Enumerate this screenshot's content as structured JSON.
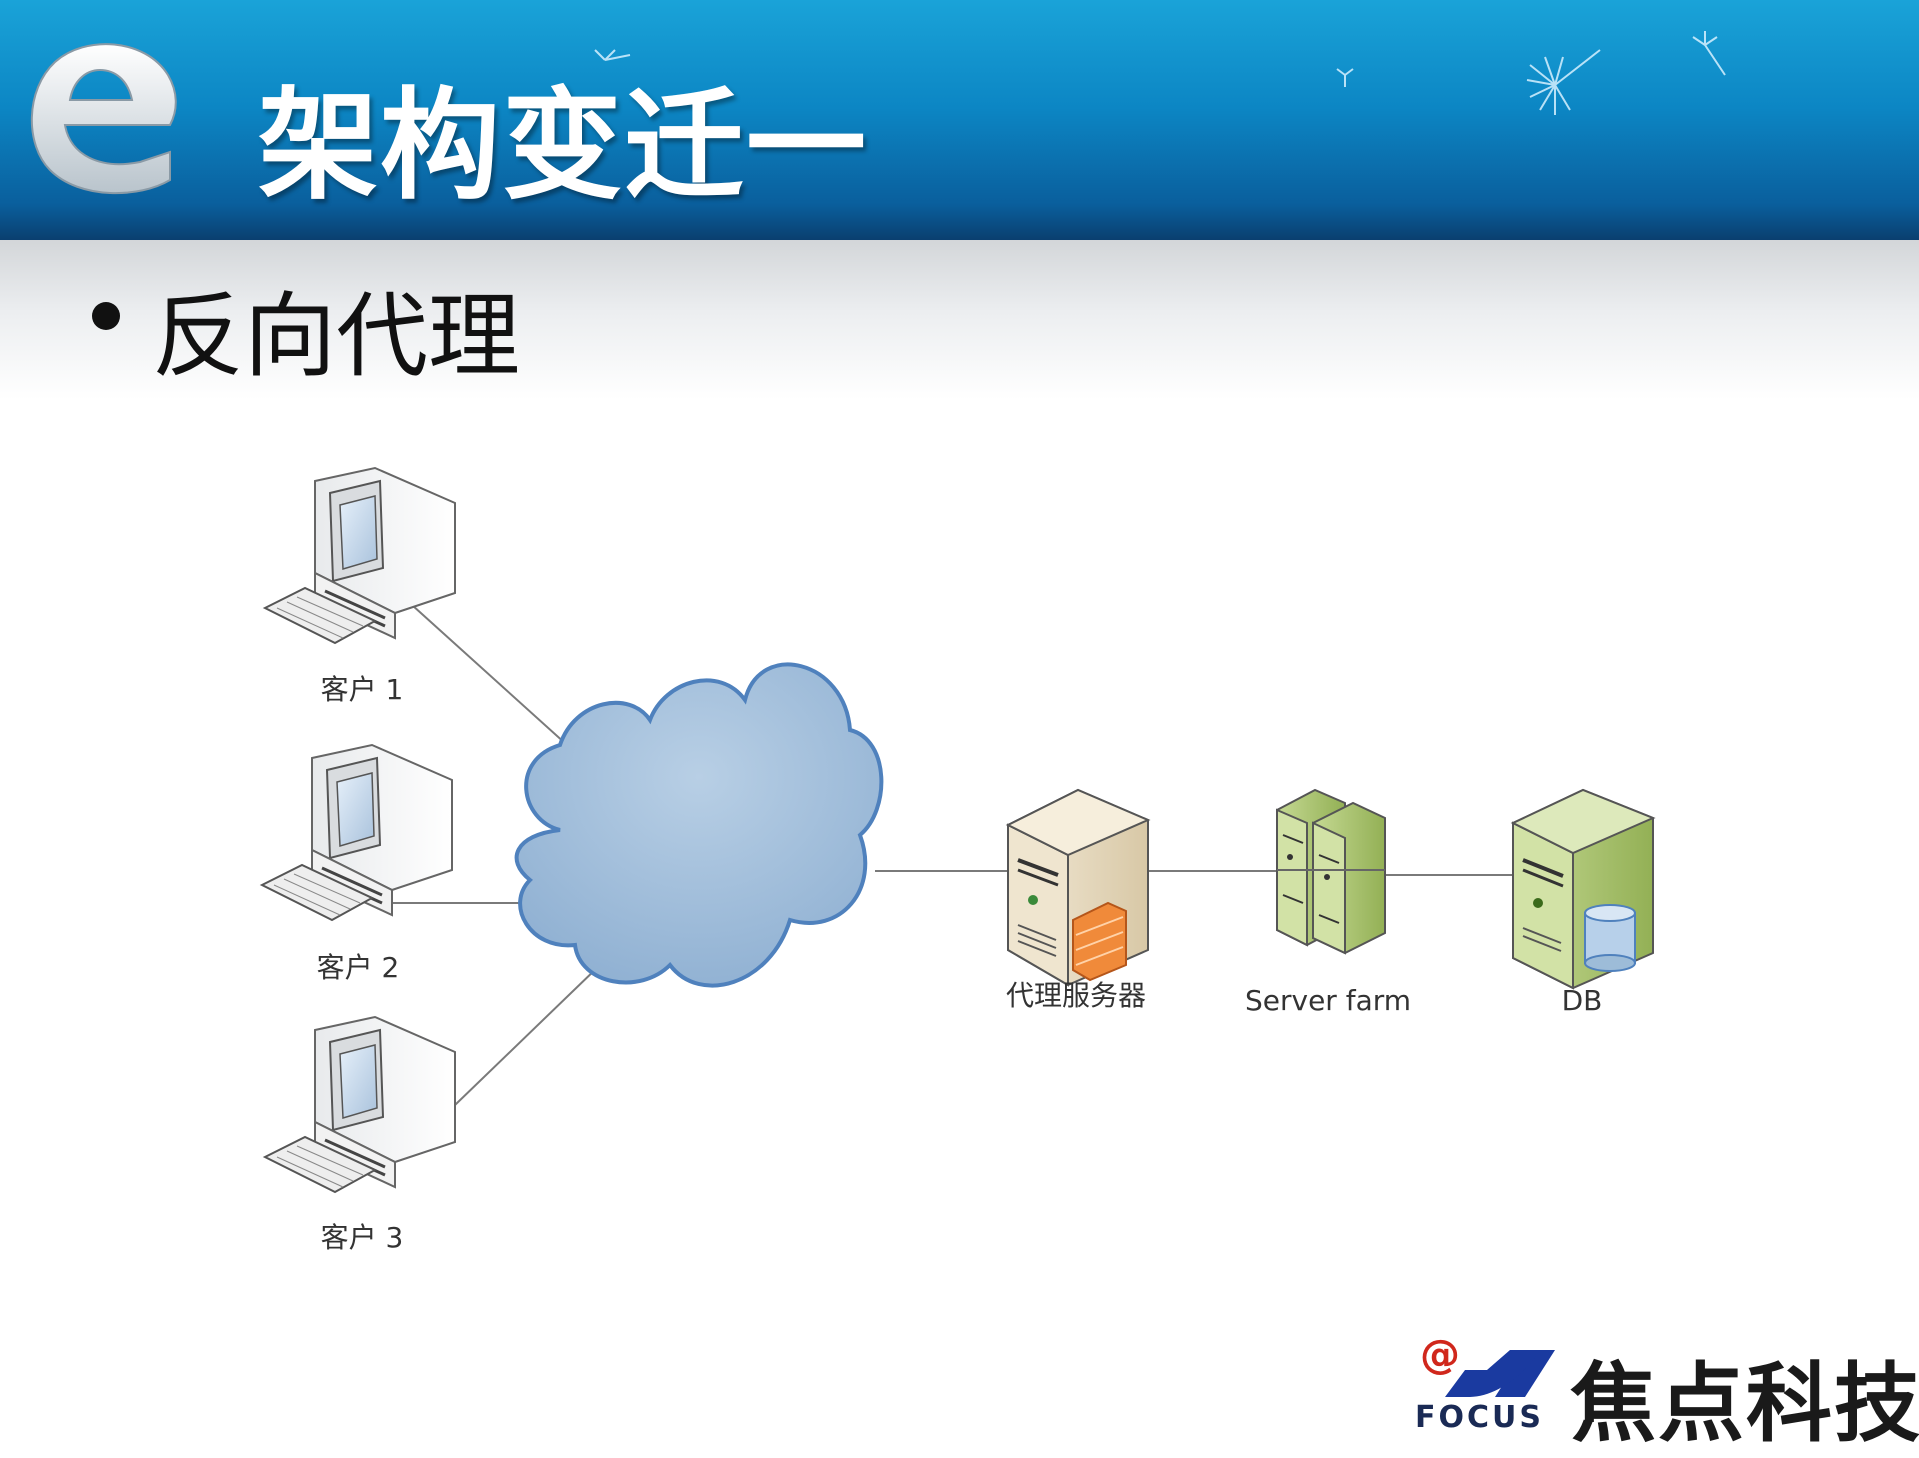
{
  "slide": {
    "title": "架构变迁一",
    "subtitle": "反向代理"
  },
  "diagram": {
    "clients": [
      {
        "label": "客户 1"
      },
      {
        "label": "客户 2"
      },
      {
        "label": "客户 3"
      }
    ],
    "proxy": {
      "label": "代理服务器"
    },
    "server_farm": {
      "label": "Server farm"
    },
    "db": {
      "label": "DB"
    }
  },
  "branding": {
    "at_symbol": "@",
    "company_cn": "焦点科技",
    "company_en": "FOCUS"
  },
  "colors": {
    "header_top": "#1aa3d8",
    "header_bottom": "#0a3f6f",
    "cloud_fill": "#9dbcd8",
    "cloud_stroke": "#4f81bd",
    "server_green": "#a9c46c",
    "proxy_beige": "#e8dcc2",
    "firewall_orange": "#f08a3a"
  }
}
